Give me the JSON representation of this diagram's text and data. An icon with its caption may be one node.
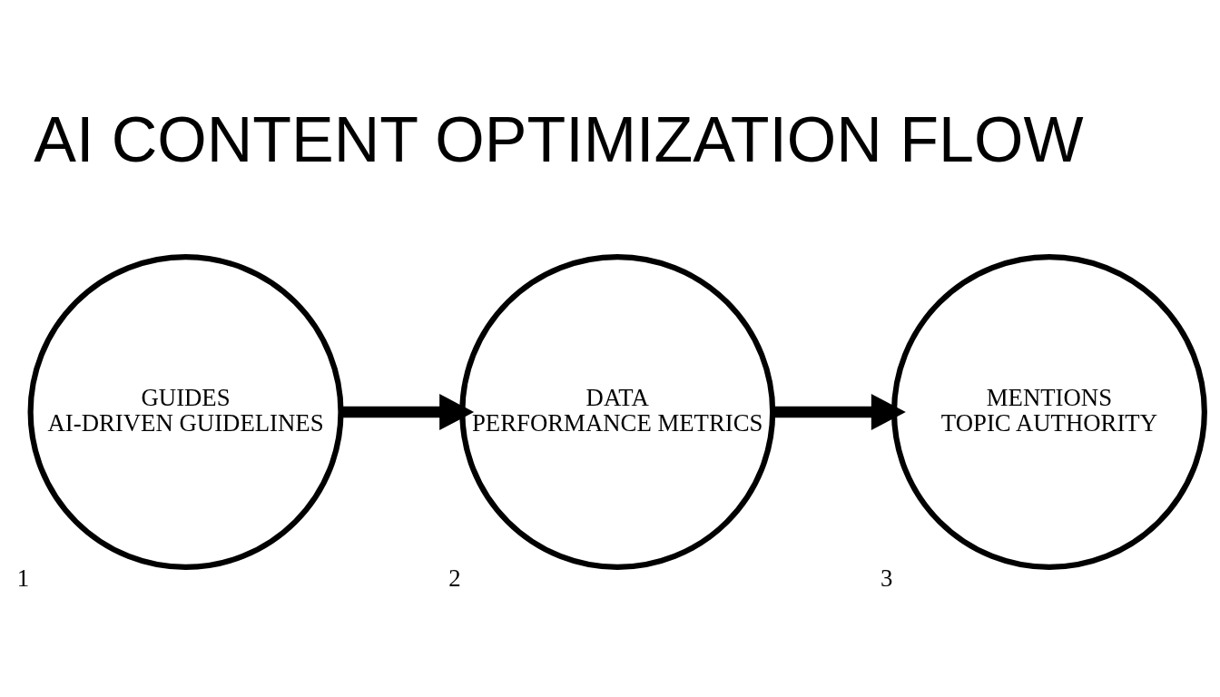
{
  "diagram": {
    "title": "AI CONTENT OPTIMIZATION FLOW",
    "nodes": [
      {
        "text": [
          "GUIDES",
          "AI-DRIVEN GUIDELINES"
        ],
        "beside": [
          "1"
        ]
      },
      {
        "text": [
          "DATA",
          "PERFORMANCE METRICS"
        ],
        "beside": [
          "2"
        ]
      },
      {
        "text": [
          "MENTIONS",
          "TOPIC AUTHORITY"
        ],
        "beside": [
          "3"
        ]
      }
    ],
    "edges": [
      {
        "from": 0,
        "to": 1,
        "arrow": "to"
      },
      {
        "from": 1,
        "to": 2,
        "arrow": "to"
      }
    ]
  }
}
